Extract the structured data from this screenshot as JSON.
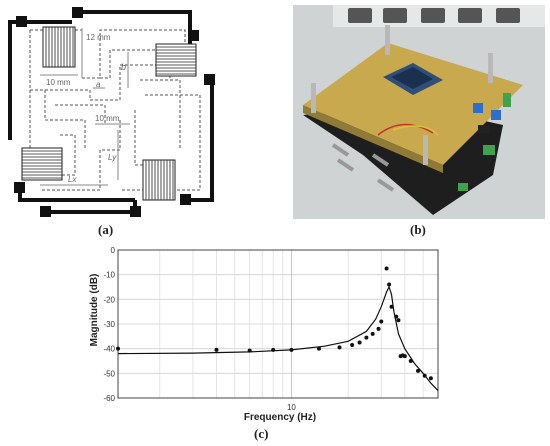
{
  "captions": {
    "a": "(a)",
    "b": "(b)",
    "c": "(c)"
  },
  "diagram": {
    "labels": {
      "top": "12 mm",
      "b_left": "b",
      "left": "10 mm",
      "a": "a",
      "mid": "10 mm",
      "ly": "Ly",
      "lx": "Lx"
    }
  },
  "photo": {
    "description_icon": "circuit-board-photo"
  },
  "chart_data": {
    "type": "line",
    "xlabel": "Frequency (Hz)",
    "ylabel": "Magnitude (dB)",
    "xscale": "log",
    "xlim": [
      1.2,
      60
    ],
    "ylim": [
      -60,
      0
    ],
    "yticks": [
      0,
      -10,
      -20,
      -30,
      -40,
      -50,
      -60
    ],
    "xtick_labels": [
      {
        "value": 10,
        "label": "10"
      }
    ],
    "grid": true,
    "series": [
      {
        "kind": "line",
        "x": [
          1.2,
          3,
          6,
          10,
          15,
          20,
          25,
          28,
          30,
          32,
          33,
          34,
          35,
          37,
          40,
          45,
          50,
          55,
          60
        ],
        "y": [
          -42,
          -41.8,
          -41.3,
          -40.5,
          -39,
          -37,
          -33,
          -28,
          -23,
          -17,
          -15,
          -18,
          -25,
          -34,
          -40,
          -46,
          -50,
          -54,
          -57
        ]
      },
      {
        "kind": "scatter",
        "x": [
          1.2,
          4,
          6,
          8,
          10,
          14,
          18,
          21,
          23,
          25,
          27,
          29,
          30,
          32,
          33,
          34,
          36,
          37,
          38,
          39,
          40,
          43,
          47,
          51,
          55
        ],
        "y": [
          -40,
          -40.5,
          -40.8,
          -40.5,
          -40.5,
          -40,
          -39.5,
          -38.5,
          -37.5,
          -35.5,
          -34,
          -32,
          -29,
          -7.5,
          -14,
          -23,
          -27,
          -28.5,
          -43,
          -42.7,
          -43,
          -45,
          -49,
          -51,
          -52
        ]
      }
    ]
  }
}
